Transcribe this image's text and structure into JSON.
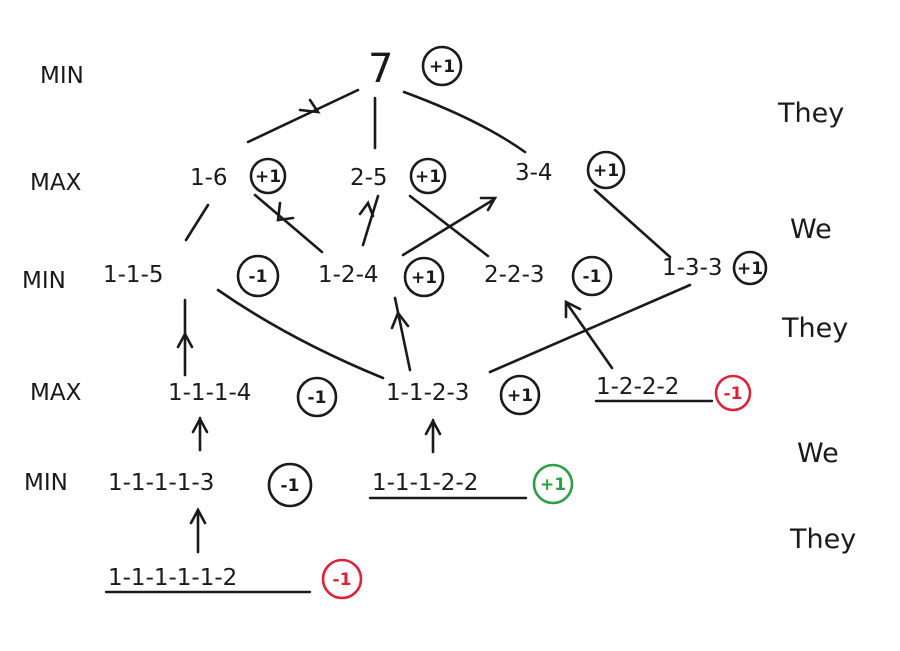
{
  "level_labels": [
    "MIN",
    "MAX",
    "MIN",
    "MAX",
    "MIN"
  ],
  "side_labels": [
    "They",
    "We",
    "They",
    "We",
    "They"
  ],
  "colors": {
    "ink": "#1a1a1a",
    "red": "#e0203a",
    "green": "#2e9e46"
  },
  "root": {
    "label": "7",
    "value": "+1"
  },
  "nodes": [
    {
      "label": "1-6",
      "value": "+1",
      "mark": "ink",
      "terminal": false
    },
    {
      "label": "2-5",
      "value": "+1",
      "mark": "ink",
      "terminal": false
    },
    {
      "label": "3-4",
      "value": "+1",
      "mark": "ink",
      "terminal": false
    },
    {
      "label": "1-1-5",
      "value": "-1",
      "mark": "ink",
      "terminal": false
    },
    {
      "label": "1-2-4",
      "value": "+1",
      "mark": "ink",
      "terminal": false
    },
    {
      "label": "2-2-3",
      "value": "-1",
      "mark": "ink",
      "terminal": false
    },
    {
      "label": "1-3-3",
      "value": "+1",
      "mark": "ink",
      "terminal": false
    },
    {
      "label": "1-1-1-4",
      "value": "-1",
      "mark": "ink",
      "terminal": false
    },
    {
      "label": "1-1-2-3",
      "value": "+1",
      "mark": "ink",
      "terminal": false
    },
    {
      "label": "1-2-2-2",
      "value": "-1",
      "mark": "red",
      "terminal": true
    },
    {
      "label": "1-1-1-1-3",
      "value": "-1",
      "mark": "ink",
      "terminal": false
    },
    {
      "label": "1-1-1-2-2",
      "value": "+1",
      "mark": "green",
      "terminal": true
    },
    {
      "label": "1-1-1-1-1-2",
      "value": "-1",
      "mark": "red",
      "terminal": true
    }
  ]
}
